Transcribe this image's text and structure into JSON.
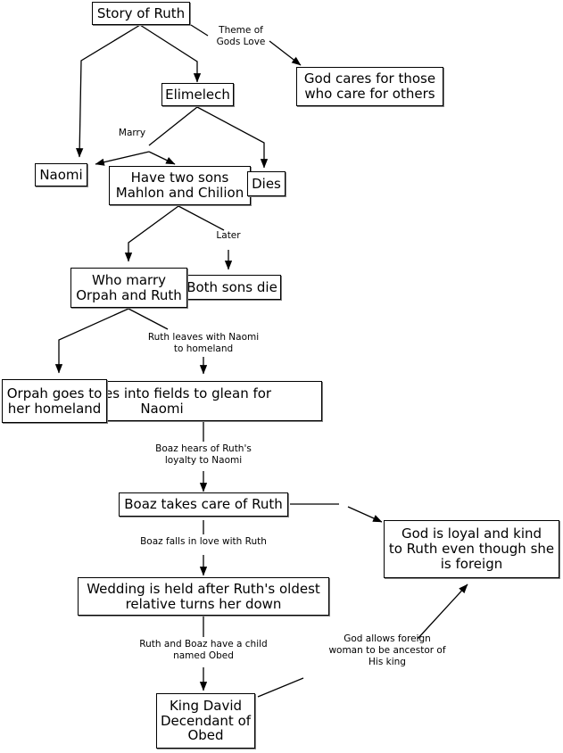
{
  "diagram": {
    "title": "Story of Ruth flowchart",
    "stroke_color": "#000000",
    "shadow_color": "#808080",
    "background_color": "#ffffff",
    "nodes": [
      {
        "id": "story",
        "text": "Story of Ruth"
      },
      {
        "id": "godcares",
        "text": "God cares for those\nwho care for others"
      },
      {
        "id": "elimelech",
        "text": "Elimelech"
      },
      {
        "id": "naomi",
        "text": "Naomi"
      },
      {
        "id": "twosons",
        "text": "Have two sons\nMahlon and Chilion"
      },
      {
        "id": "dies",
        "text": "Dies"
      },
      {
        "id": "whomarry",
        "text": "Who marry\nOrpah and Ruth"
      },
      {
        "id": "bothsonsdie",
        "text": "Both sons die"
      },
      {
        "id": "ruthglean",
        "text": "Ruth goes into fields to glean for\nNaomi"
      },
      {
        "id": "orpahhome",
        "text": "Orpah goes to\nher homeland"
      },
      {
        "id": "boazcares",
        "text": "Boaz takes care of Ruth"
      },
      {
        "id": "godloyal",
        "text": "God is loyal and kind\nto Ruth even though she\nis foreign"
      },
      {
        "id": "wedding",
        "text": "Wedding is held after Ruth's oldest\nrelative turns her down"
      },
      {
        "id": "kingdavid",
        "text": "King David\nDecendant of\nObed"
      }
    ],
    "edge_labels": [
      {
        "id": "themeofgodslove",
        "text": "Theme of\nGods Love"
      },
      {
        "id": "marry",
        "text": "Marry"
      },
      {
        "id": "later",
        "text": "Later"
      },
      {
        "id": "ruthleaves",
        "text": "Ruth leaves with Naomi\nto homeland"
      },
      {
        "id": "boazhears",
        "text": "Boaz hears of Ruth's\nloyalty to Naomi"
      },
      {
        "id": "boazfalls",
        "text": "Boaz falls in love with Ruth"
      },
      {
        "id": "ruthboazchild",
        "text": "Ruth and Boaz have a child\nnamed Obed"
      },
      {
        "id": "godallows",
        "text": "God allows foreign\nwoman to be ancestor of\nHis king"
      }
    ]
  }
}
